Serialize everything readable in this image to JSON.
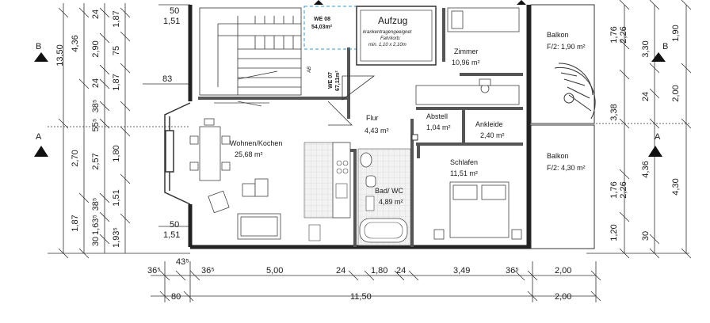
{
  "colors": {
    "wall": "#555555",
    "wall_dark": "#222222",
    "line": "#333333",
    "accent_dashed": "#3399cc",
    "tile": "#e6e6e6",
    "background": "#ffffff"
  },
  "rooms": {
    "we08": {
      "label": "WE 08",
      "area": "54,03m²"
    },
    "we07": {
      "label": "WE 07",
      "area": "67,11m²"
    },
    "aufzug": {
      "title": "Aufzug",
      "line1": "krankentragengeeignet",
      "line2": "Fahrkorb:",
      "line3": "min. 1,10 x 2,10m"
    },
    "zimmer": {
      "name": "Zimmer",
      "area": "10,96 m²"
    },
    "balkon_top": {
      "name": "Balkon",
      "area": "F/2: 1,90 m²"
    },
    "wohnen": {
      "name": "Wohnen/Kochen",
      "area": "25,68 m²"
    },
    "flur": {
      "name": "Flur",
      "area": "4,43 m²"
    },
    "abstell": {
      "name": "Abstell",
      "area": "1,04 m²"
    },
    "ankleide": {
      "name": "Ankleide",
      "area": "2,40 m²"
    },
    "schlafen": {
      "name": "Schlafen",
      "area": "11,51 m²"
    },
    "bad": {
      "name": "Bad/ WC",
      "area": "4,89 m²"
    },
    "balkon_bottom": {
      "name": "Balkon",
      "area": "F/2: 4,30 m²"
    }
  },
  "section_markers": {
    "b_left": "B",
    "b_right": "B",
    "a_left": "A",
    "a_right": "A"
  },
  "dims_left_outer": [
    "13,50",
    "4,36",
    "2,70",
    "1,87"
  ],
  "dims_left_mid": [
    "24",
    "2,90",
    "24",
    "38⁵",
    "55⁵",
    "2,57",
    "38⁵",
    "1,63⁵",
    "30"
  ],
  "dims_left_inner": [
    "1,87",
    "75",
    "1,87",
    "1,80",
    "1,51",
    "1,93⁵"
  ],
  "dims_top_left": [
    "50",
    "1,51"
  ],
  "dims_mid_left": [
    "83",
    "50",
    "1,51"
  ],
  "dims_right_a": [
    "1,76",
    "2,26",
    "3,38",
    "1,76",
    "2,26",
    "1,20"
  ],
  "dims_right_b": [
    "3,30",
    "24",
    "4,36",
    "30"
  ],
  "dims_right_c": [
    "1,90",
    "2,00",
    "4,30"
  ],
  "dims_bottom_row1": [
    "36⁵",
    "43⁵",
    "36⁵",
    "5,00",
    "24",
    "1,80",
    "24",
    "3,49",
    "36⁵",
    "2,00"
  ],
  "dims_bottom_row2": [
    "80",
    "11,50",
    "2,00"
  ],
  "stair_arrow": "AB"
}
